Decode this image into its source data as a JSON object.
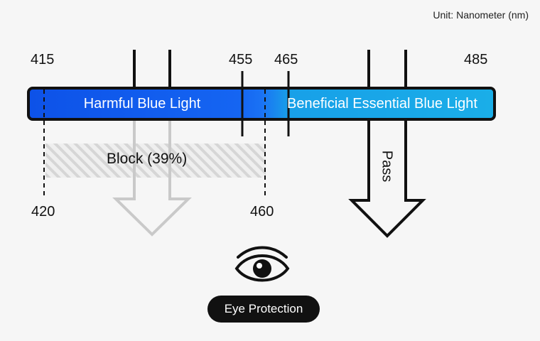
{
  "unit_label": "Unit: Nanometer (nm)",
  "ticks": {
    "top": [
      "415",
      "455",
      "465",
      "485"
    ],
    "bottom": [
      "420",
      "460"
    ]
  },
  "band": {
    "harmful_label": "Harmful Blue Light",
    "beneficial_label": "Beneficial Essential Blue Light",
    "harmful_color": "#1060f0",
    "beneficial_color": "#19a7e6",
    "border_color": "#111111"
  },
  "block_label": "Block (39%)",
  "pass_label": "Pass",
  "eye_label": "Eye Protection",
  "colors": {
    "background": "#f6f6f6",
    "block_arrow": "#c9c9c9",
    "hatch": "#dadada",
    "ink": "#111111"
  },
  "icons": [
    "eye-icon",
    "block-arrow-icon",
    "pass-arrow-icon"
  ]
}
